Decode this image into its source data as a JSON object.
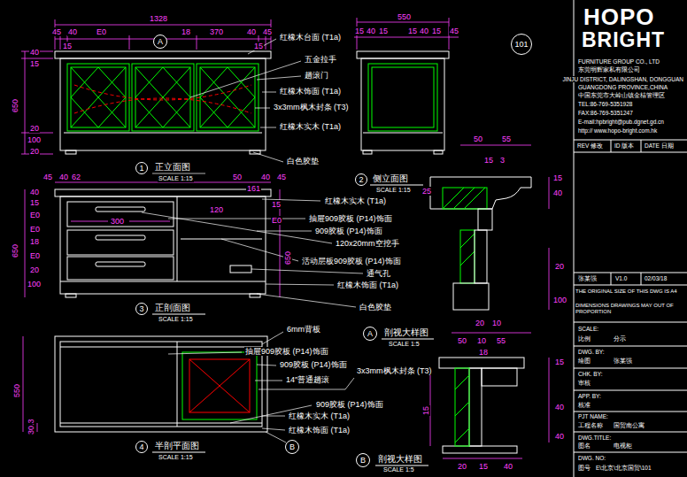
{
  "diagram": {
    "nodes": [
      {
        "text": [
          "A"
        ]
      },
      {
        "text": [
          "101"
        ]
      },
      {
        "text": [
          "1"
        ]
      },
      {
        "text": [
          "2"
        ]
      },
      {
        "text": [
          "3"
        ]
      },
      {
        "text": [
          "A"
        ]
      },
      {
        "text": [
          "4"
        ]
      },
      {
        "text": [
          "B"
        ]
      },
      {
        "text": [
          "B"
        ]
      }
    ],
    "labels": [
      "1328",
      "45",
      "40",
      "E0",
      "18",
      "370",
      "40",
      "45",
      "15",
      "15",
      "40",
      "15",
      "650",
      "20",
      "100",
      "20",
      "红橡木台面 (T1a)",
      "五金拉手",
      "趟滚门",
      "红橡木饰面 (T1a)",
      "3x3mm枫木封条 (T3)",
      "红橡木实木 (T1a)",
      "白色胶垫",
      "正立面图",
      "SCALE 1:15",
      "550",
      "15",
      "40",
      "15",
      "15",
      "40",
      "15",
      "45",
      "侧立面图",
      "SCALE 1:15",
      "45",
      "40",
      "62",
      "50",
      "40",
      "45",
      "161",
      "300",
      "120",
      "40",
      "15",
      "E0",
      "E0",
      "18",
      "E0",
      "20",
      "100",
      "650",
      "15",
      "E0",
      "650",
      "红橡木实木 (T1a)",
      "抽屉909胶板 (P14)饰面",
      "909胶板 (P14)饰面",
      "120x20mm空挖手",
      "活动层板909胶板 (P14)饰面",
      "通气孔",
      "红橡木饰面 (T1a)",
      "白色胶垫",
      "正剖面图",
      "SCALE 1:15",
      "550",
      "30.3",
      "6mm背板",
      "抽屉909胶板 (P14)饰面",
      "909胶板 (P14)饰面",
      "3x3mm枫木封条 (T3)",
      "14″普通趟滚",
      "909胶板 (P14)饰面",
      "红橡木实木 (T1a)",
      "红橡木饰面 (T1a)",
      "半剖平面图",
      "SCALE 1:15",
      "剖视大样图",
      "SCALE 1:5",
      "50",
      "55",
      "15",
      "3",
      "25",
      "15",
      "40",
      "20",
      "100",
      "20",
      "10",
      "50",
      "10",
      "55",
      "18",
      "15",
      "40",
      "40",
      "20",
      "15",
      "40",
      "15",
      "剖视大样图",
      "SCALE 1:5",
      "HOPO",
      "BRIGHT",
      "FURNITURE GROUP CO., LTD",
      "东莞明辉家私有限公司",
      "JINJU DISTRICT, DALINGSHAN, DONGGUAN",
      "GUANGDONG PROVINCE,CHINA",
      "中国东莞市大岭山镇金桔管理区",
      "TEL:86-769-5351928",
      "FAX:86-769-5351247",
      "E-mail:hpbright@pub.dgnet.gd.cn",
      "http:// www.hopo-bright.com.hk",
      "REV 修改",
      "ID 版本",
      "DATE 日期",
      "张某强",
      "V1.0",
      "02/03/18",
      "THE ORIGINAL SIZE OF THIS DWG IS A4",
      "DIMENSIONS DRAWINGS MAY OUT OF PROPORTION",
      "SCALE:",
      "比例",
      "分示",
      "DWG. BY:",
      "绘图",
      "张某强",
      "CHK. BY:",
      "审核",
      "APP. BY:",
      "核准",
      "PJT NAME:",
      "工程名称",
      "国贸南公寓",
      "DWG.TITLE:",
      "图名",
      "电视柜",
      "DWG. NO:",
      "图号",
      "E\\北京\\北京国贸\\101"
    ]
  }
}
